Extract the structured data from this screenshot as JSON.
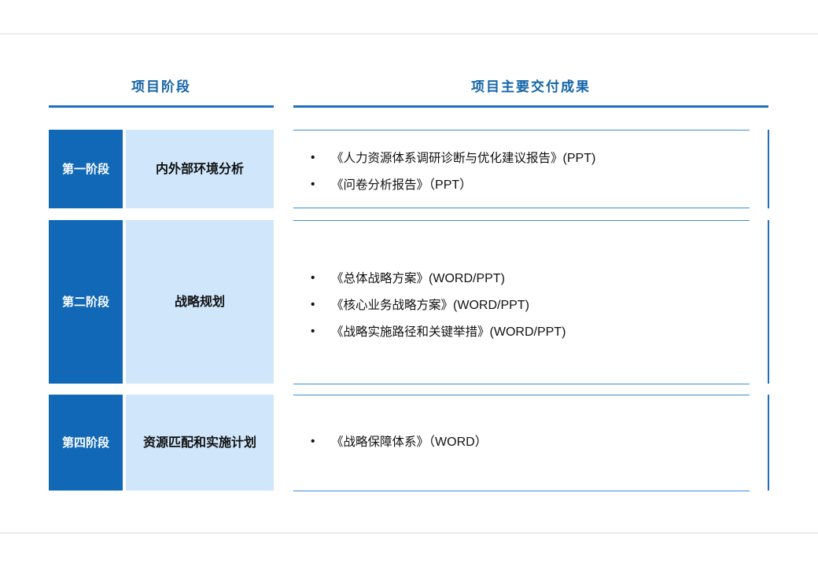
{
  "headers": {
    "left": "项目阶段",
    "right": "项目主要交付成果"
  },
  "colors": {
    "accent": "#1168b6",
    "light": "#cfe6fb",
    "line": "#1e6fbd"
  },
  "rows": [
    {
      "stage": "第一阶段",
      "phase": "内外部环境分析",
      "items": [
        {
          "doc": "《人力资源体系调研诊断与优化建议报告》",
          "fmt": "(PPT)"
        },
        {
          "doc": "《问卷分析报告》",
          "fmt": "（PPT）"
        }
      ]
    },
    {
      "stage": "第二阶段",
      "phase": "战略规划",
      "items": [
        {
          "doc": "《总体战略方案》",
          "fmt": "(WORD/PPT)"
        },
        {
          "doc": "《核心业务战略方案》",
          "fmt": "(WORD/PPT)"
        },
        {
          "doc": "《战略实施路径和关键举措》",
          "fmt": "(WORD/PPT)"
        }
      ]
    },
    {
      "stage": "第四阶段",
      "phase": "资源匹配和实施计划",
      "items": [
        {
          "doc": " 《战略保障体系》",
          "fmt": "（WORD）"
        }
      ]
    }
  ]
}
